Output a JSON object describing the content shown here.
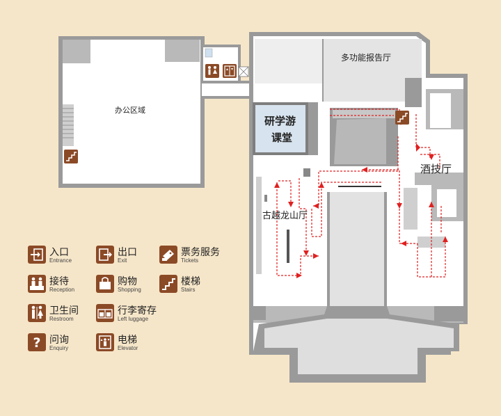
{
  "rooms": {
    "office": "办公区域",
    "multi_hall": "多功能报告厅",
    "study_1": "研学游",
    "study_2": "课堂",
    "wine_hall": "酒技厅",
    "longshan_hall": "古越龙山厅"
  },
  "legend": [
    {
      "zh": "入口",
      "en": "Entrance",
      "icon": "entrance-icon"
    },
    {
      "zh": "出口",
      "en": "Exit",
      "icon": "exit-icon"
    },
    {
      "zh": "票务服务",
      "en": "Tickets",
      "icon": "tickets-icon"
    },
    {
      "zh": "接待",
      "en": "Reception",
      "icon": "reception-icon"
    },
    {
      "zh": "购物",
      "en": "Shopping",
      "icon": "shopping-icon"
    },
    {
      "zh": "楼梯",
      "en": "Stairs",
      "icon": "stairs-icon"
    },
    {
      "zh": "卫生间",
      "en": "Restroom",
      "icon": "restroom-icon"
    },
    {
      "zh": "行李寄存",
      "en": "Left luggage",
      "icon": "luggage-icon"
    },
    {
      "zh": "问询",
      "en": "Enquiry",
      "icon": "enquiry-icon"
    },
    {
      "zh": "电梯",
      "en": "Elevator",
      "icon": "elevator-icon"
    }
  ],
  "colors": {
    "background": "#f6e6c9",
    "floor": "#ffffff",
    "wall": "#9a9a9a",
    "icon_brown": "#8b4a26",
    "route_red": "#e02020",
    "study_room": "#d7e3ee"
  }
}
